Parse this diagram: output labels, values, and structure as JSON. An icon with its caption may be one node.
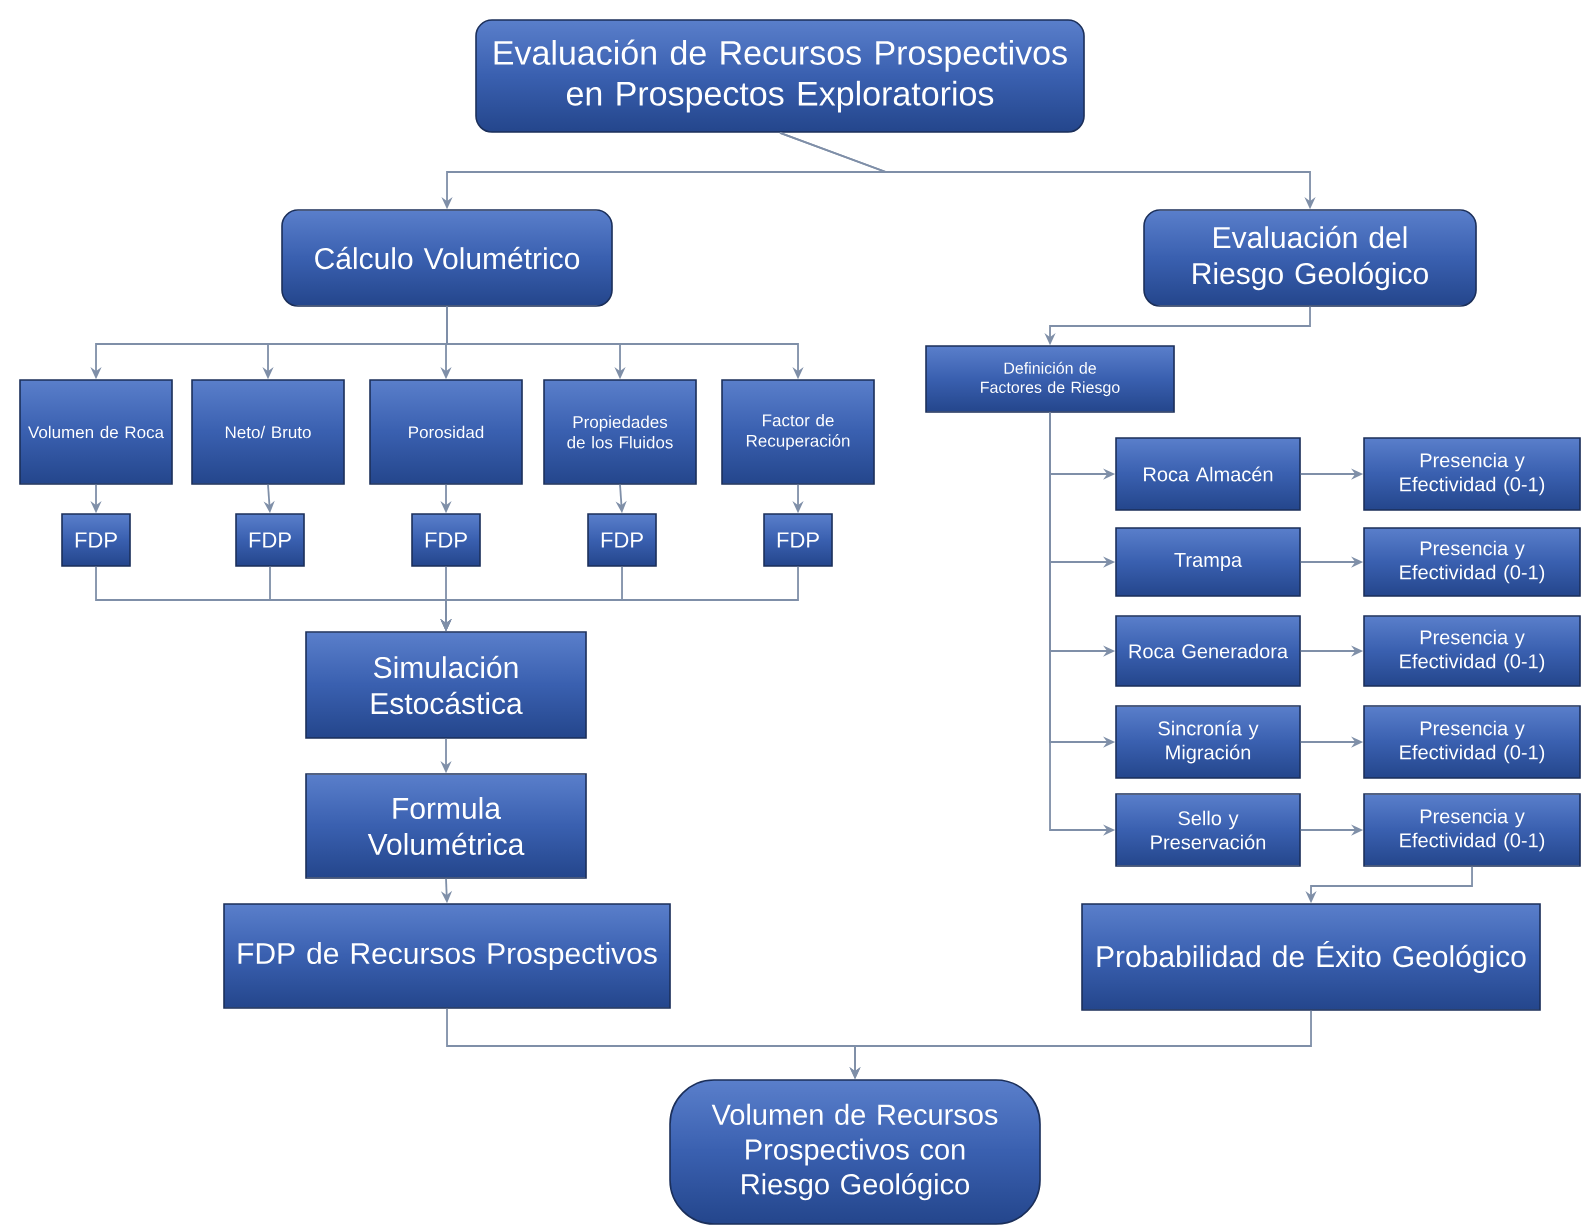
{
  "diagram": {
    "nodes": [
      {
        "text": [
          "Evaluación de Recursos Prospectivos en Prospectos Exploratorios"
        ]
      },
      {
        "text": [
          "Cálculo Volumétrico"
        ]
      },
      {
        "text": [
          "Evaluación del Riesgo Geológico"
        ]
      },
      {
        "text": [
          "Volumen de Roca"
        ]
      },
      {
        "text": [
          "Neto/ Bruto"
        ]
      },
      {
        "text": [
          "Porosidad"
        ]
      },
      {
        "text": [
          "Propiedades de los Fluidos"
        ]
      },
      {
        "text": [
          "Factor de Recuperación"
        ]
      },
      {
        "text": [
          "FDP"
        ]
      },
      {
        "text": [
          "FDP"
        ]
      },
      {
        "text": [
          "FDP"
        ]
      },
      {
        "text": [
          "FDP"
        ]
      },
      {
        "text": [
          "FDP"
        ]
      },
      {
        "text": [
          "Simulación Estocástica"
        ]
      },
      {
        "text": [
          "Formula Volumétrica"
        ]
      },
      {
        "text": [
          "FDP de Recursos Prospectivos"
        ]
      },
      {
        "text": [
          "Definición de Factores de Riesgo"
        ]
      },
      {
        "text": [
          "Roca Almacén"
        ]
      },
      {
        "text": [
          "Presencia y Efectividad (0-1)"
        ]
      },
      {
        "text": [
          "Trampa"
        ]
      },
      {
        "text": [
          "Presencia y Efectividad (0-1)"
        ]
      },
      {
        "text": [
          "Roca Generadora"
        ]
      },
      {
        "text": [
          "Presencia y Efectividad (0-1)"
        ]
      },
      {
        "text": [
          "Sincronía y Migración"
        ]
      },
      {
        "text": [
          "Presencia y Efectividad (0-1)"
        ]
      },
      {
        "text": [
          "Sello y Preservación"
        ]
      },
      {
        "text": [
          "Presencia y Efectividad (0-1)"
        ]
      },
      {
        "text": [
          "Probabilidad de Éxito Geológico"
        ]
      },
      {
        "text": [
          "Volumen de Recursos Prospectivos con Riesgo Geológico"
        ]
      }
    ],
    "edges": [
      {
        "from": 0,
        "to": 1,
        "arrow": "to"
      },
      {
        "from": 0,
        "to": 2,
        "arrow": "to"
      },
      {
        "from": 1,
        "to": 3,
        "arrow": "to"
      },
      {
        "from": 1,
        "to": 4,
        "arrow": "to"
      },
      {
        "from": 1,
        "to": 5,
        "arrow": "to"
      },
      {
        "from": 1,
        "to": 6,
        "arrow": "to"
      },
      {
        "from": 1,
        "to": 7,
        "arrow": "to"
      },
      {
        "from": 3,
        "to": 8,
        "arrow": "to"
      },
      {
        "from": 4,
        "to": 9,
        "arrow": "to"
      },
      {
        "from": 5,
        "to": 10,
        "arrow": "to"
      },
      {
        "from": 6,
        "to": 11,
        "arrow": "to"
      },
      {
        "from": 7,
        "to": 12,
        "arrow": "to"
      },
      {
        "from": 8,
        "to": 13,
        "arrow": "to"
      },
      {
        "from": 9,
        "to": 13,
        "arrow": "to"
      },
      {
        "from": 10,
        "to": 13,
        "arrow": "to"
      },
      {
        "from": 11,
        "to": 13,
        "arrow": "to"
      },
      {
        "from": 12,
        "to": 13,
        "arrow": "to"
      },
      {
        "from": 13,
        "to": 14,
        "arrow": "to"
      },
      {
        "from": 14,
        "to": 15,
        "arrow": "to"
      },
      {
        "from": 2,
        "to": 16,
        "arrow": "to"
      },
      {
        "from": 16,
        "to": 17,
        "arrow": "to"
      },
      {
        "from": 16,
        "to": 19,
        "arrow": "to"
      },
      {
        "from": 16,
        "to": 21,
        "arrow": "to"
      },
      {
        "from": 16,
        "to": 23,
        "arrow": "to"
      },
      {
        "from": 16,
        "to": 25,
        "arrow": "to"
      },
      {
        "from": 17,
        "to": 18,
        "arrow": "to"
      },
      {
        "from": 19,
        "to": 20,
        "arrow": "to"
      },
      {
        "from": 21,
        "to": 22,
        "arrow": "to"
      },
      {
        "from": 23,
        "to": 24,
        "arrow": "to"
      },
      {
        "from": 25,
        "to": 26,
        "arrow": "to"
      },
      {
        "from": 26,
        "to": 27,
        "arrow": "to"
      },
      {
        "from": 15,
        "to": 28,
        "arrow": "to"
      },
      {
        "from": 27,
        "to": 28,
        "arrow": "to"
      }
    ]
  }
}
